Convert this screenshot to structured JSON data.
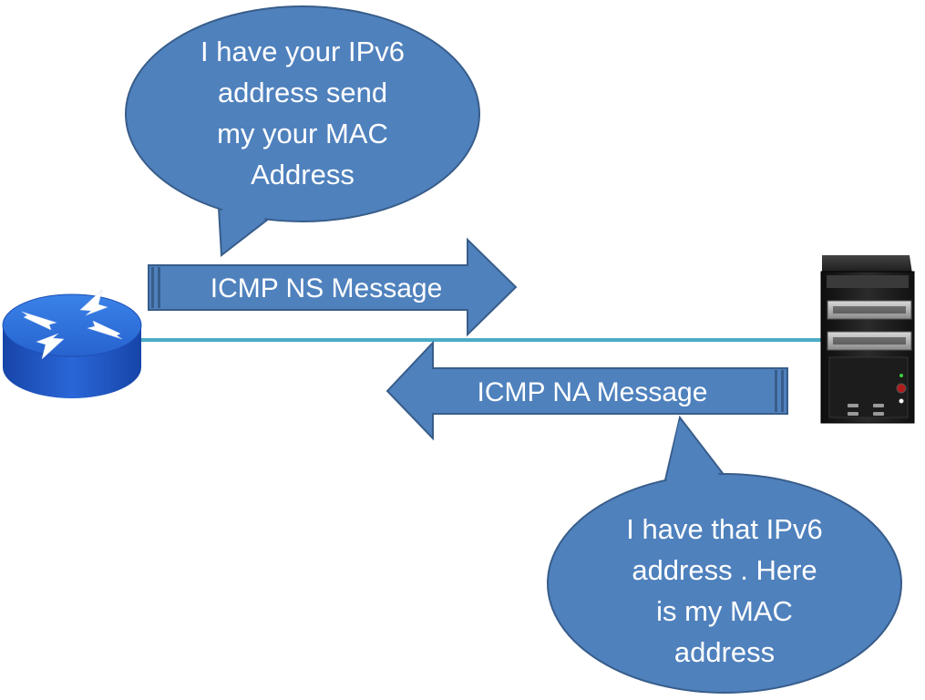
{
  "colors": {
    "shape_fill": "#4f81bd",
    "shape_stroke": "#385d8a",
    "link": "#4bacc6",
    "router_top": "#2f6fd6",
    "router_side": "#1f56c2",
    "server_body": "#1a1a1a"
  },
  "router": {
    "icon": "router-icon"
  },
  "server": {
    "icon": "server-icon"
  },
  "ns_arrow": {
    "label": "ICMP NS Message"
  },
  "na_arrow": {
    "label": "ICMP NA Message"
  },
  "bubble_top": {
    "lines": [
      "I have your IPv6",
      "address send",
      "my your MAC",
      "Address"
    ]
  },
  "bubble_bottom": {
    "lines": [
      "I have that IPv6",
      "address . Here",
      "is my MAC",
      "address"
    ]
  }
}
